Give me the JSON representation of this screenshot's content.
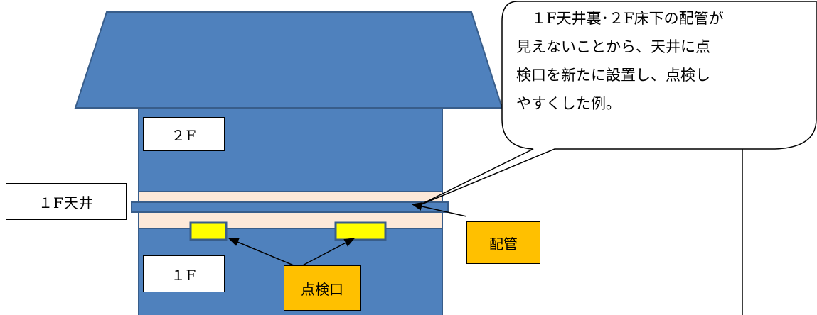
{
  "labels": {
    "floor2": "２F",
    "ceiling1": "１F天井",
    "floor1": "１F",
    "pipe": "配管",
    "inspection_port": "点検口"
  },
  "callout": {
    "text": "　１F天井裏･２F床下の配管が\n見えないことから、天井に点\n検口を新たに設置し、点検し\nやすくした例。"
  },
  "colors": {
    "building_fill": "#4f81bd",
    "building_stroke": "#385d8a",
    "ceiling_band": "#fde9d9",
    "pipe": "#4f81bd",
    "inspection_port": "#ffff00",
    "tag_fill": "#ffc000"
  }
}
